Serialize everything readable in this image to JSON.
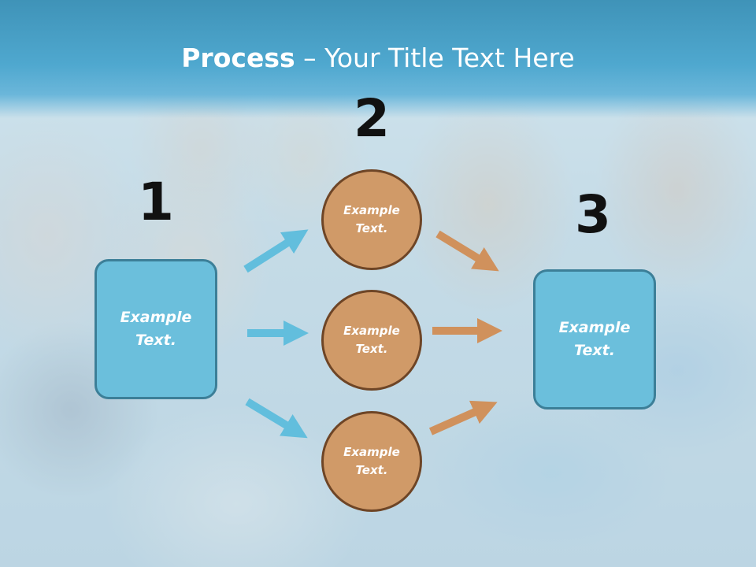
{
  "title": {
    "bold": "Process",
    "dash": " – ",
    "rest": "Your Title Text Here"
  },
  "steps": {
    "one": "1",
    "two": "2",
    "three": "3"
  },
  "left_box": {
    "line1": "Example",
    "line2": "Text."
  },
  "right_box": {
    "line1": "Example",
    "line2": "Text."
  },
  "circles": [
    {
      "line1": "Example",
      "line2": "Text."
    },
    {
      "line1": "Example",
      "line2": "Text."
    },
    {
      "line1": "Example",
      "line2": "Text."
    }
  ],
  "colors": {
    "band": "#4fa8cf",
    "box_fill": "#6bbfdc",
    "box_border": "#3c7f98",
    "circle_fill": "#d09a68",
    "circle_border": "#6e4526",
    "blue_arrow": "#62bedd",
    "orange_arrow": "#d0915c"
  }
}
